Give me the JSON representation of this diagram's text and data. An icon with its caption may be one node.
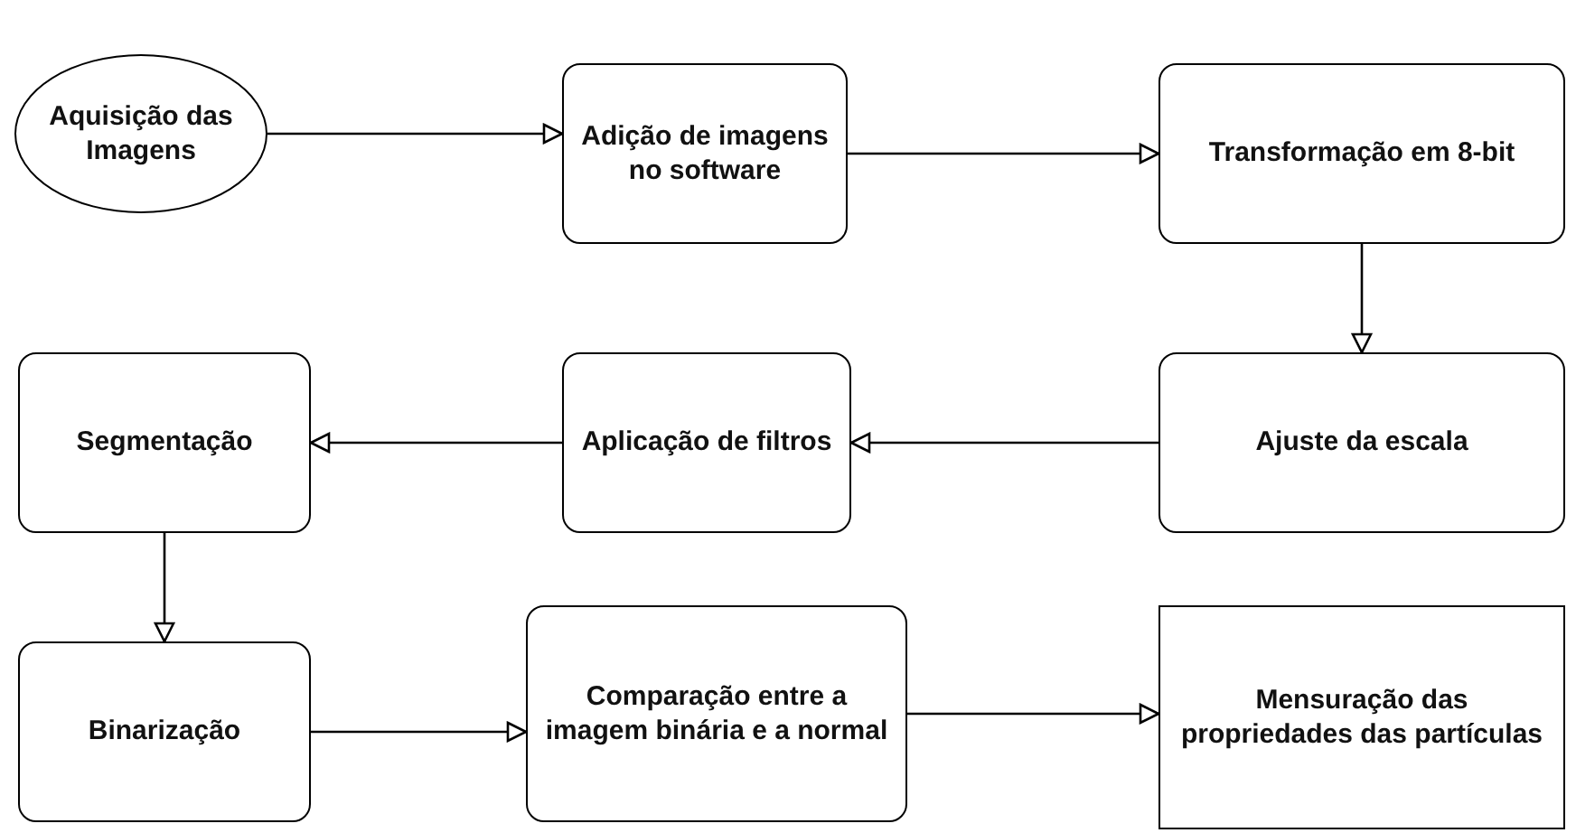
{
  "diagram": {
    "nodes": [
      {
        "text": [
          "Aquisição das Imagens"
        ]
      },
      {
        "text": [
          "Adição de imagens no software"
        ]
      },
      {
        "text": [
          "Transformação em 8-bit"
        ]
      },
      {
        "text": [
          "Ajuste da escala"
        ]
      },
      {
        "text": [
          "Aplicação de filtros"
        ]
      },
      {
        "text": [
          "Segmentação"
        ]
      },
      {
        "text": [
          "Binarização"
        ]
      },
      {
        "text": [
          "Comparação entre a imagem binária e a normal"
        ]
      },
      {
        "text": [
          "Mensuração das propriedades das partículas"
        ]
      }
    ],
    "edges": [
      {
        "from": 0,
        "to": 1,
        "arrow": "to"
      },
      {
        "from": 1,
        "to": 2,
        "arrow": "to"
      },
      {
        "from": 2,
        "to": 3,
        "arrow": "to"
      },
      {
        "from": 3,
        "to": 4,
        "arrow": "to"
      },
      {
        "from": 4,
        "to": 5,
        "arrow": "to"
      },
      {
        "from": 5,
        "to": 6,
        "arrow": "to"
      },
      {
        "from": 6,
        "to": 7,
        "arrow": "to"
      },
      {
        "from": 7,
        "to": 8,
        "arrow": "to"
      }
    ]
  }
}
